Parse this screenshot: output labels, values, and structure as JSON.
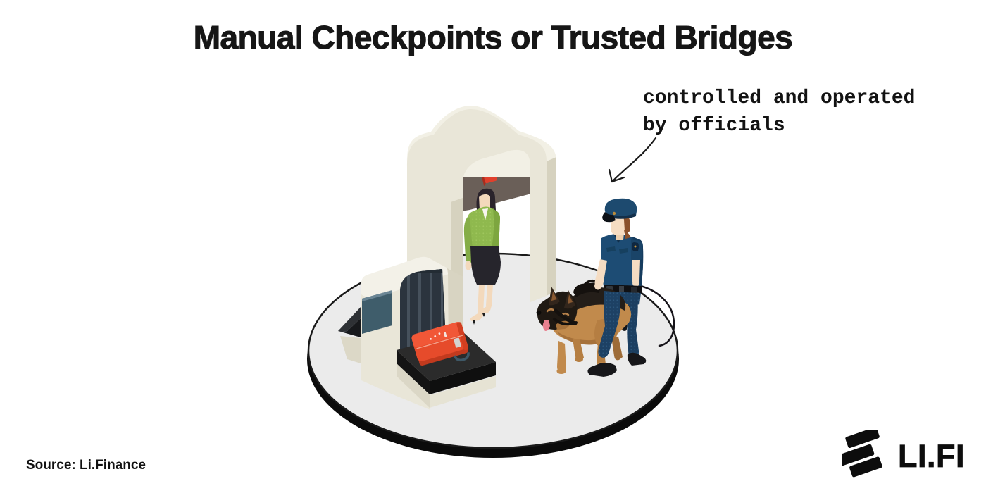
{
  "title": "Manual Checkpoints or Trusted Bridges",
  "annotation": {
    "line1": "controlled and operated",
    "line2": "by officials"
  },
  "source_label": "Source: Li.Finance",
  "logo": {
    "text": "LI.FI",
    "mark_icon": "lifi-zigzag-mark"
  },
  "scene": {
    "elements": [
      "circular-platform",
      "baggage-xray-scanner",
      "conveyor-belt",
      "red-suitcase",
      "metal-detector-gate",
      "indicator-lights",
      "passenger-woman",
      "police-officer",
      "sniffer-dog",
      "leash",
      "hand-drawn-arrow"
    ],
    "indicator_lights": {
      "red": "#E0402C",
      "green": "#8FBA55"
    },
    "colors": {
      "machine_cream": "#E9E6D8",
      "machine_top": "#F3F1E8",
      "machine_side": "#D8D4C2",
      "tunnel_dark": "#3A4550",
      "screen_slate": "#3F5D6B",
      "belt_black": "#2B2B2B",
      "suitcase_red": "#E64B2B",
      "gate_panel": "#6A5F58",
      "passenger_green": "#8FB94E",
      "officer_navy": "#1D4C74",
      "dog_tan": "#C18A4C",
      "platform_gray": "#EBEBEB",
      "ink": "#111111"
    }
  }
}
